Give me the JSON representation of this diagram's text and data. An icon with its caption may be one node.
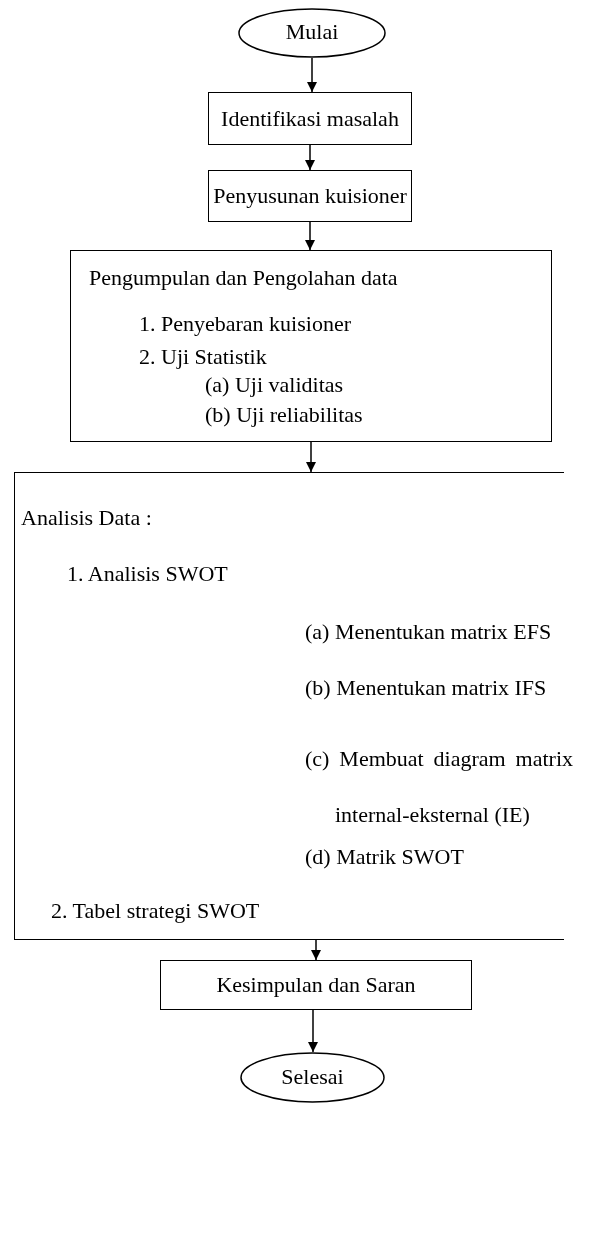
{
  "diagram": {
    "nodes": [
      {
        "text": [
          "Mulai"
        ]
      },
      {
        "text": [
          "Identifikasi masalah"
        ]
      },
      {
        "text": [
          "Penyusunan kuisioner"
        ]
      },
      {
        "text": [
          "Pengumpulan dan Pengolahan data",
          "1. Penyebaran kuisioner",
          "2. Uji Statistik",
          "(a) Uji validitas",
          "(b) Uji reliabilitas"
        ]
      },
      {
        "text": [
          "Analisis Data :",
          "1. Analisis SWOT",
          "(a) Menentukan matrix EFS",
          "(b) Menentukan matrix IFS",
          "(c) Membuat diagram matrix internal-eksternal (IE)",
          "(d) Matrik SWOT",
          "2. Tabel strategi SWOT"
        ]
      },
      {
        "text": [
          "Kesimpulan dan Saran"
        ]
      },
      {
        "text": [
          "Selesai"
        ]
      }
    ],
    "edges": [
      {
        "from": 0,
        "to": 1,
        "arrow": "to"
      },
      {
        "from": 1,
        "to": 2,
        "arrow": "to"
      },
      {
        "from": 2,
        "to": 3,
        "arrow": "to"
      },
      {
        "from": 3,
        "to": 4,
        "arrow": "to"
      },
      {
        "from": 4,
        "to": 5,
        "arrow": "to"
      },
      {
        "from": 5,
        "to": 6,
        "arrow": "to"
      }
    ]
  }
}
